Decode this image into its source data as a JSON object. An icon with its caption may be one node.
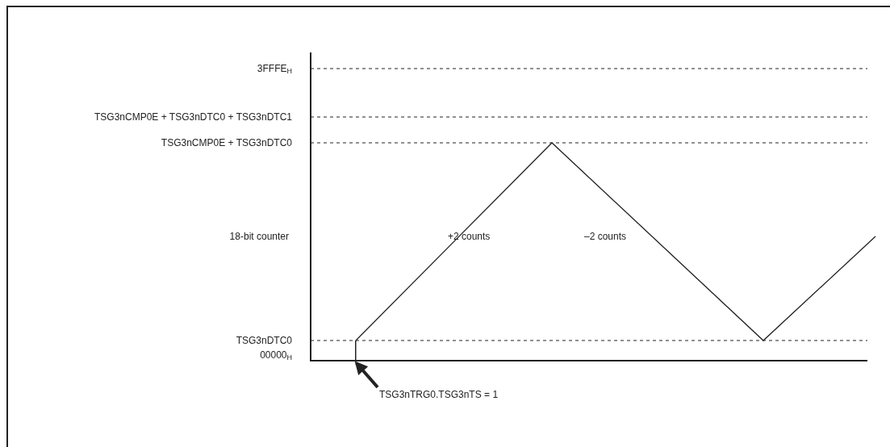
{
  "diagram": {
    "nodes": [
      {
        "text": [
          "TSG3nTRG0.TSG3nTS = 1"
        ]
      },
      {
        "text": [],
        "shape": "line"
      }
    ],
    "edges": [
      {
        "from": 0,
        "to": 1,
        "arrow": "to"
      }
    ],
    "labels": [
      "3FFFE$_{H}$",
      "TSG3nCMP0E + TSG3nDTC0 + TSG3nDTC1",
      "TSG3nCMP0E + TSG3nDTC0",
      "18-bit counter",
      "+2 counts",
      "–2 counts",
      "TSG3nDTC0",
      "00000$_{H}$"
    ]
  }
}
